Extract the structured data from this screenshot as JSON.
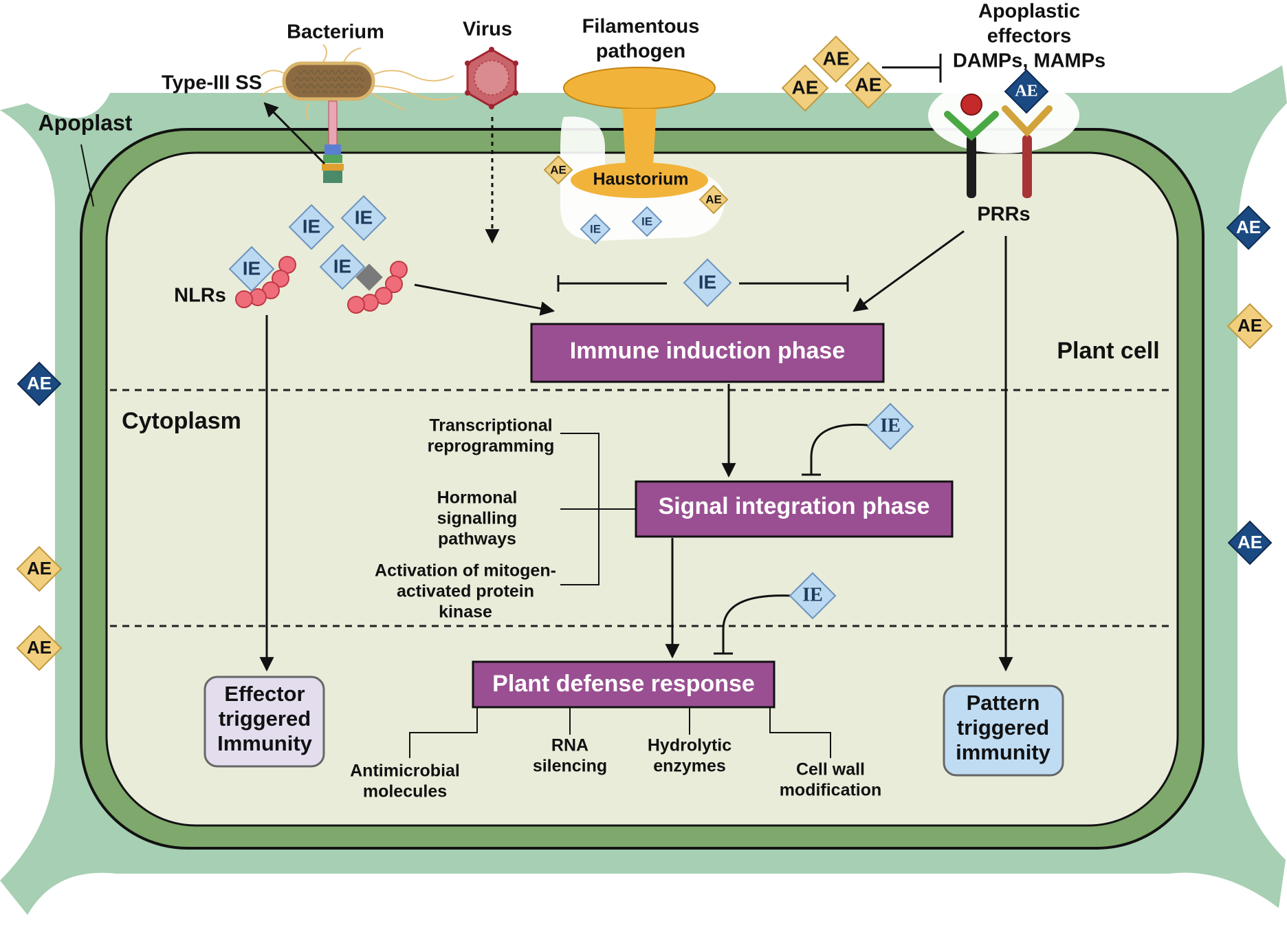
{
  "labels": {
    "bacterium": "Bacterium",
    "virus": "Virus",
    "filamentous_1": "Filamentous",
    "filamentous_2": "pathogen",
    "apoplastic_1": "Apoplastic",
    "apoplastic_2": "effectors",
    "damps": "DAMPs, MAMPs",
    "type3": "Type-III SS",
    "apoplast": "Apoplast",
    "haustorium": "Haustorium",
    "prrs": "PRRs",
    "nlrs": "NLRs",
    "plant_cell": "Plant cell",
    "cytoplasm": "Cytoplasm"
  },
  "phases": {
    "immune_induction": "Immune induction phase",
    "signal_integration": "Signal integration phase",
    "plant_defense": "Plant defense response"
  },
  "outcomes": {
    "eti": [
      "Effector",
      "triggered",
      "Immunity"
    ],
    "pti": [
      "Pattern",
      "triggered",
      "immunity"
    ]
  },
  "signal_inputs": {
    "transcriptional": [
      "Transcriptional",
      "reprogramming"
    ],
    "hormonal": [
      "Hormonal",
      "signalling",
      "pathways"
    ],
    "mapk": [
      "Activation of mitogen-",
      "activated protein",
      "kinase"
    ]
  },
  "defense_outputs": {
    "antimicrobial": [
      "Antimicrobial",
      "molecules"
    ],
    "rna": [
      "RNA",
      "silencing"
    ],
    "hydrolytic": [
      "Hydrolytic",
      "enzymes"
    ],
    "cell_wall": [
      "Cell wall",
      "modification"
    ]
  },
  "effector_tags": {
    "ie": "IE",
    "ae": "AE"
  },
  "colors": {
    "apoplast": "#a7cfb3",
    "cell_wall": "#7fa86c",
    "cytoplasm": "#e9ecd9",
    "phase_box": "#9a4f92",
    "eti_box": "#e3ddee",
    "pti_box": "#bfdcf3",
    "ie": "#bcd9f2",
    "ae": "#f2cf7e",
    "ae_dark": "#1b4a82",
    "haustorium": "#f2b33b"
  },
  "icons": [
    "bacterium-icon",
    "virus-icon",
    "filamentous-pathogen-icon",
    "type-iii-secretion-icon",
    "nlr-receptor-icon",
    "prr-receptor-icon",
    "effector-diamond-icon"
  ]
}
